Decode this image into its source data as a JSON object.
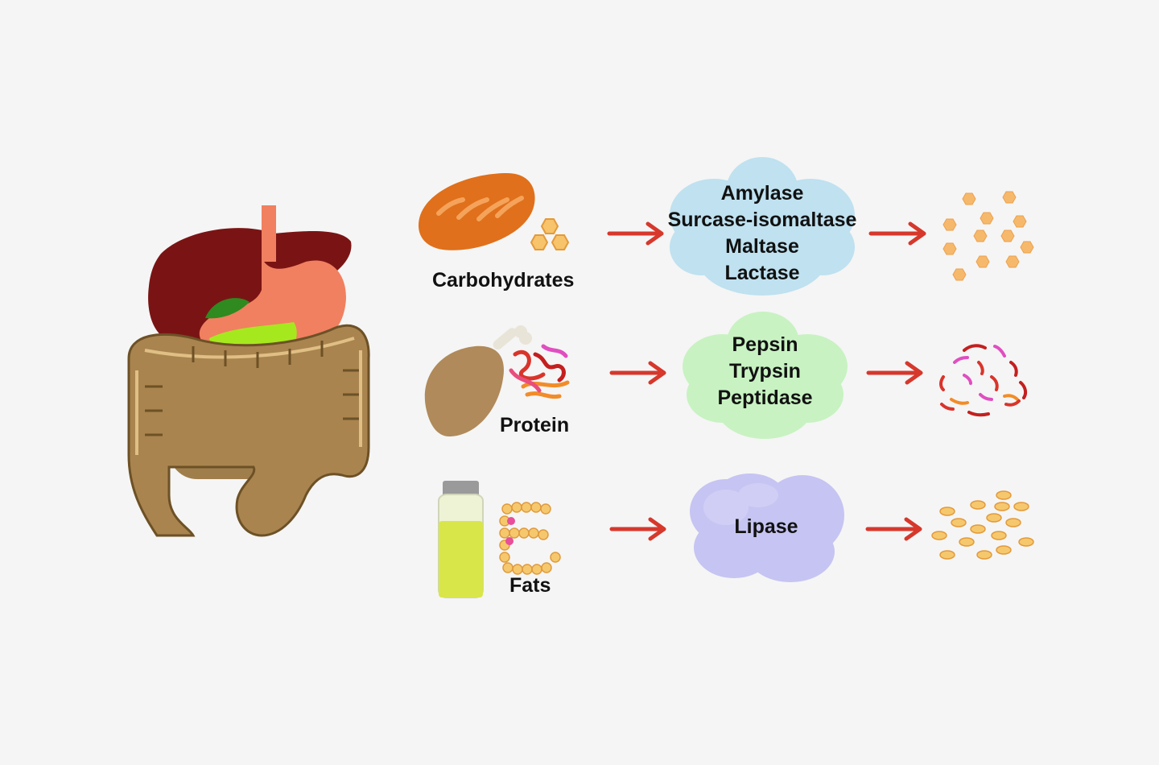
{
  "rows": [
    {
      "food": "Carbohydrates",
      "enzymes": [
        "Amylase",
        "Surcase-isomaltase",
        "Maltase",
        "Lactase"
      ],
      "cloud_color": "#bfe1f0",
      "product_color": "#f6b96c"
    },
    {
      "food": "Protein",
      "enzymes": [
        "Pepsin",
        "Trypsin",
        "Peptidase"
      ],
      "cloud_color": "#c8f2c2",
      "product_color": "#d9342b"
    },
    {
      "food": "Fats",
      "enzymes": [
        "Lipase"
      ],
      "cloud_color": "#c6c4f2",
      "product_color": "#f5bf6c"
    }
  ],
  "colors": {
    "background": "#f5f5f5",
    "arrow": "#d6382c",
    "liver": "#7a1414",
    "stomach": "#f08060",
    "gallbladder": "#a6e81e",
    "intestine": "#b08a55"
  }
}
